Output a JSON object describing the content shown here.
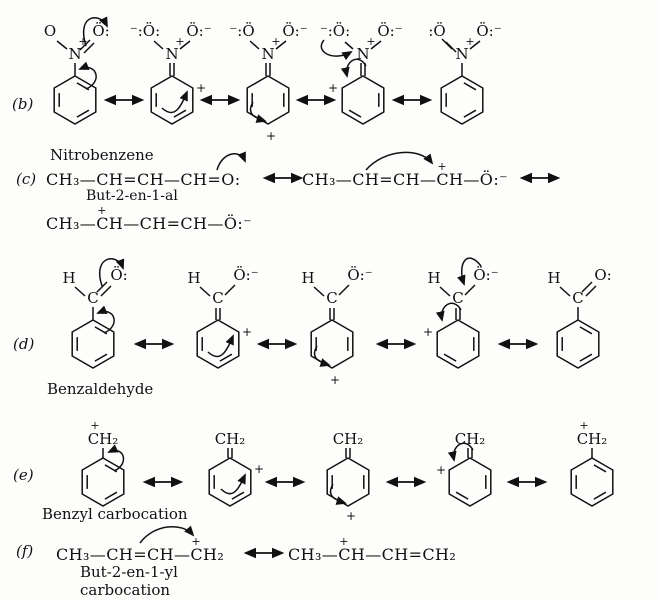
{
  "sym": {
    "plus": "+",
    "N": "N",
    "C": "C",
    "H": "H",
    "O_plain": "O",
    "O_right_dots": "Ö:",
    "O_colon": "O:",
    "O_left_neg": "⁻:Ö:",
    "O_left_neg2": "⁻:Ö",
    "O_left_dots": ":Ö",
    "O_right_neg": "Ö:⁻",
    "CH2": "CH₂"
  },
  "sections": {
    "b": {
      "label": "(b)",
      "caption": "Nitrobenzene"
    },
    "c": {
      "label": "(c)",
      "caption": "But-2-en-1-al",
      "f1": "CH₃—CH=CH—CH=O:",
      "f2_pre": "CH₃—CH=CH—",
      "f2_atom": "CH",
      "f2_post": "—Ö:⁻",
      "f3_pre": "CH₃—",
      "f3_atom": "CH",
      "f3_post": "—CH=CH—Ö:⁻"
    },
    "d": {
      "label": "(d)",
      "caption": "Benzaldehyde"
    },
    "e": {
      "label": "(e)",
      "caption": "Benzyl carbocation"
    },
    "f": {
      "label": "(f)",
      "caption1": "But-2-en-1-yl",
      "caption2": "carbocation",
      "f1_pre": "CH₃—CH=CH—",
      "f1_atom": "CH₂",
      "f2_pre": "CH₃—",
      "f2_atom": "CH",
      "f2_post": "—CH=CH₂"
    }
  }
}
